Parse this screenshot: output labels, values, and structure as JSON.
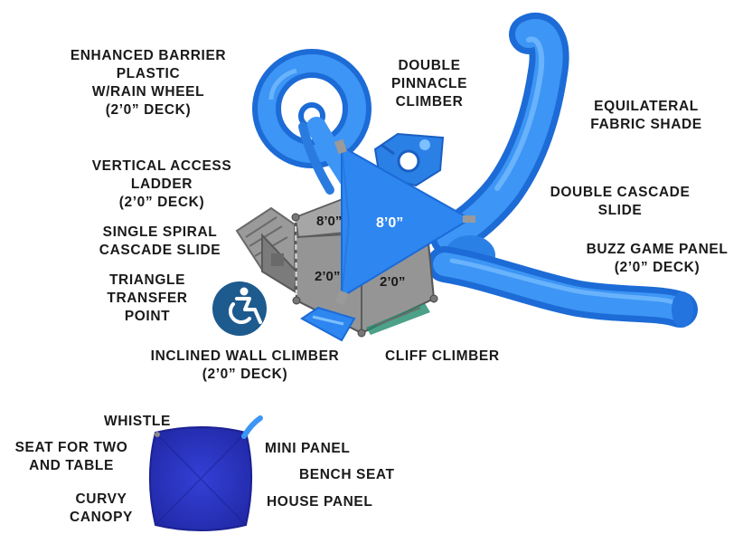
{
  "labels": {
    "enhanced_barrier": "ENHANCED BARRIER\nPLASTIC\nW/RAIN WHEEL\n(2’0” DECK)",
    "double_pinnacle": "DOUBLE\nPINNACLE\nCLIMBER",
    "equilateral_shade": "EQUILATERAL\nFABRIC SHADE",
    "vertical_ladder": "VERTICAL ACCESS\nLADDER\n(2’0” DECK)",
    "double_cascade": "DOUBLE CASCADE\nSLIDE",
    "single_spiral": "SINGLE SPIRAL\nCASCADE SLIDE",
    "buzz_game": "BUZZ GAME PANEL\n(2’0” DECK)",
    "triangle_transfer": "TRIANGLE\nTRANSFER\nPOINT",
    "inclined_wall": "INCLINED WALL CLIMBER\n(2’0” DECK)",
    "cliff_climber": "CLIFF CLIMBER",
    "whistle": "WHISTLE",
    "seat_for_two": "SEAT FOR TWO\nAND TABLE",
    "mini_panel": "MINI PANEL",
    "bench_seat": "BENCH SEAT",
    "curvy_canopy": "CURVY\nCANOPY",
    "house_panel": "HOUSE PANEL"
  },
  "decks": {
    "top_left": "8’0”",
    "shade": "8’0”",
    "mid_left": "2’0”",
    "mid_right": "2’0”"
  },
  "colors": {
    "slide_blue": "#2f86ee",
    "deck_gray": "#8f8f8f",
    "canopy_blue": "#2c35c4",
    "accessibility_badge": "#1d5a8e"
  },
  "icons": {
    "accessibility": "accessibility-icon"
  }
}
